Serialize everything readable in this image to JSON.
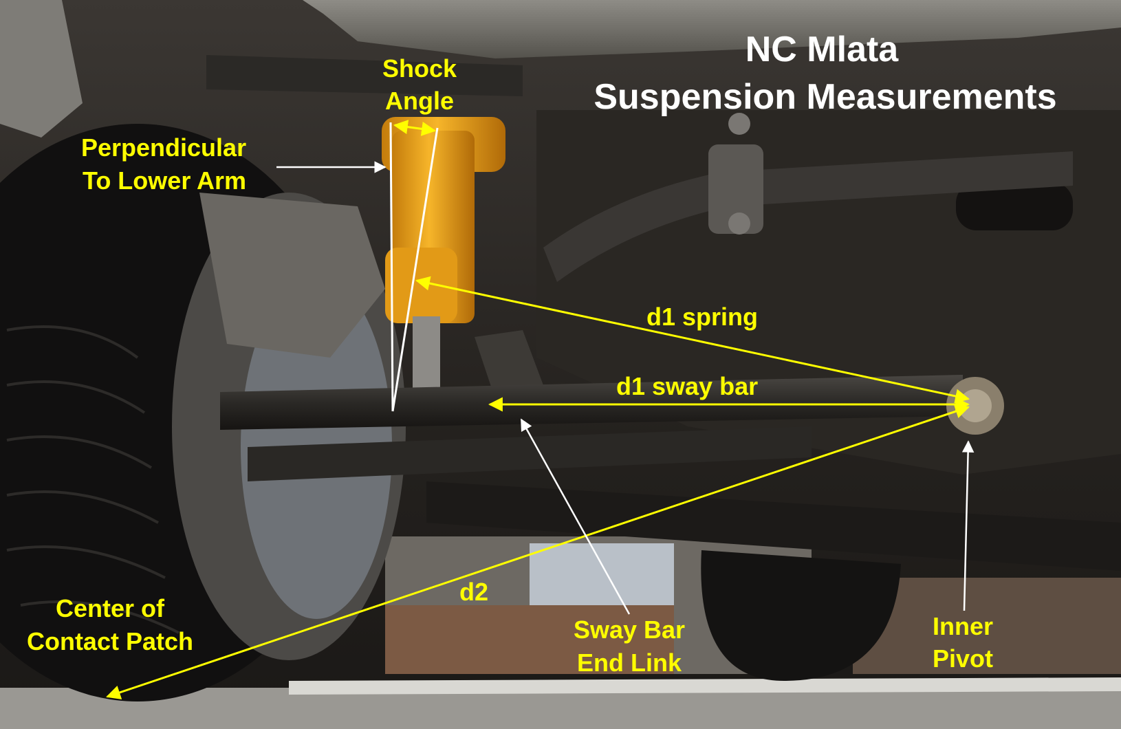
{
  "title": {
    "line1": "NC Mlata",
    "line2": "Suspension Measurements"
  },
  "labels": {
    "shock_angle": [
      "Shock",
      "Angle"
    ],
    "perpendicular": [
      "Perpendicular",
      "To Lower Arm"
    ],
    "d1_spring": "d1 spring",
    "d1_sway_bar": "d1 sway bar",
    "d2": "d2",
    "center_contact_patch": [
      "Center of",
      "Contact Patch"
    ],
    "sway_bar_end_link": [
      "Sway Bar",
      "End Link"
    ],
    "inner_pivot": [
      "Inner",
      "Pivot"
    ]
  },
  "colors": {
    "annotation_yellow": "#ffff00",
    "annotation_white": "#ffffff",
    "shock_orange": "#f2a81c"
  }
}
